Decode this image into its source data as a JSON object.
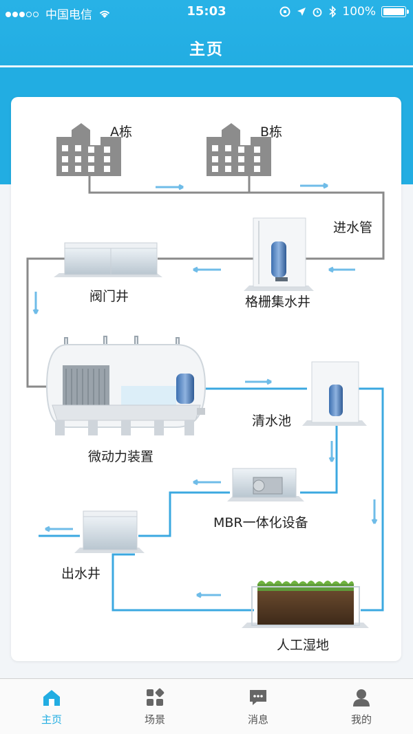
{
  "status_bar": {
    "carrier": "中国电信",
    "time": "15:03",
    "battery": "100%"
  },
  "header": {
    "title": "主页"
  },
  "diagram": {
    "building_a": "A栋",
    "building_b": "B栋",
    "inlet_pipe": "进水管",
    "valve_well": "阀门井",
    "grille_well": "格栅集水井",
    "micro_power": "微动力装置",
    "clear_pool": "清水池",
    "mbr": "MBR一体化设备",
    "outlet_well": "出水井",
    "wetland": "人工湿地"
  },
  "tabs": [
    {
      "label": "主页",
      "icon": "home-icon",
      "active": true
    },
    {
      "label": "场景",
      "icon": "grid-icon",
      "active": false
    },
    {
      "label": "消息",
      "icon": "message-icon",
      "active": false
    },
    {
      "label": "我的",
      "icon": "user-icon",
      "active": false
    }
  ],
  "colors": {
    "accent": "#22ade2",
    "pipe_gray": "#888888",
    "pipe_blue": "#3ba8e0"
  }
}
